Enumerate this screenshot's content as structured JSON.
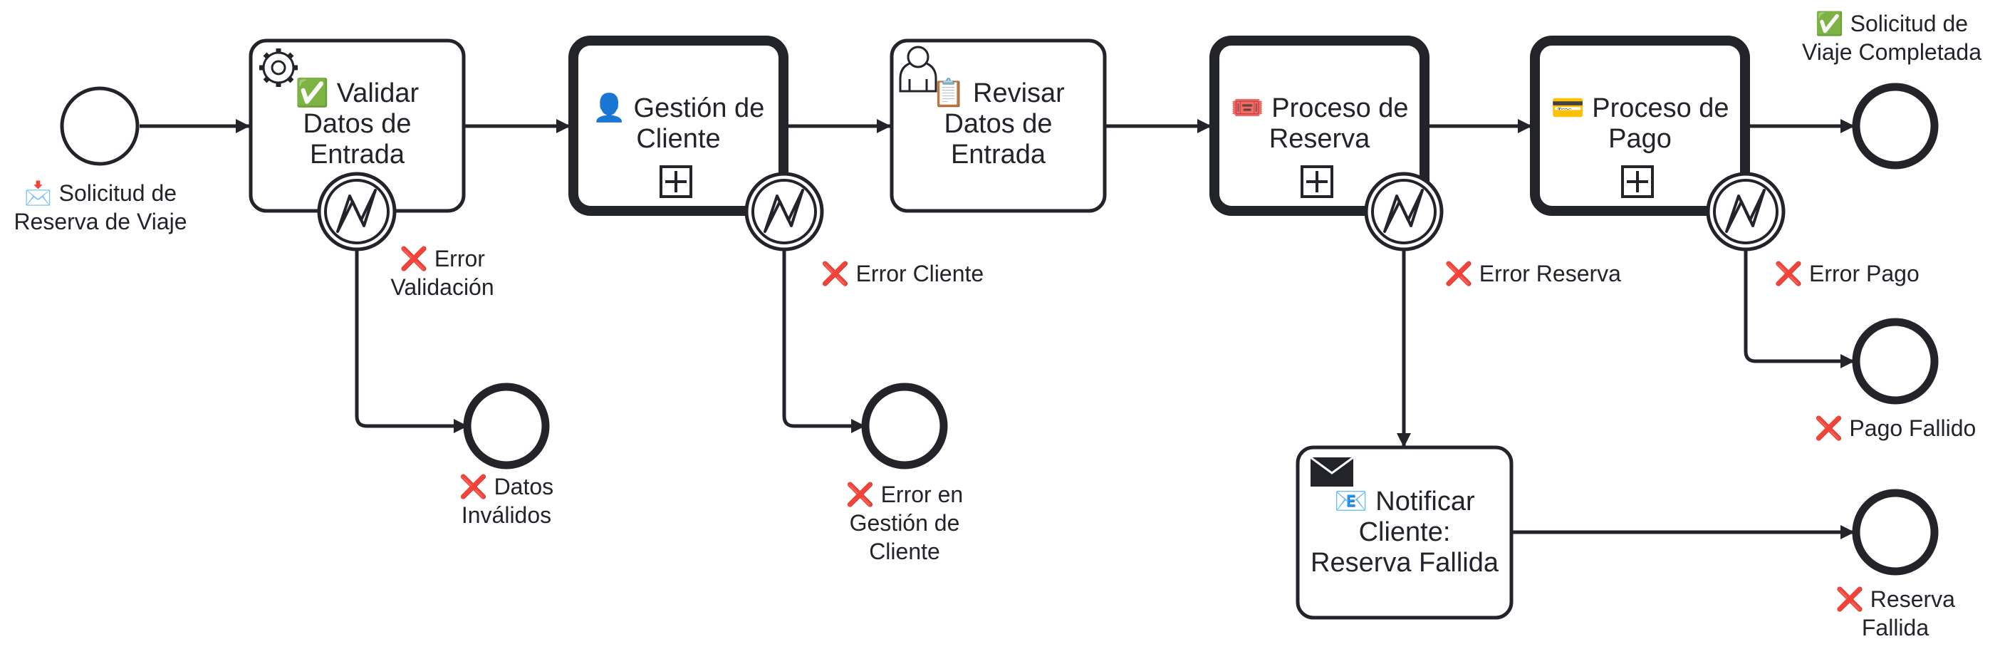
{
  "diagram": {
    "start_event": {
      "label": "📩 Solicitud de\nReserva de Viaje"
    },
    "tasks": {
      "validar": {
        "label": "✅ Validar\nDatos de\nEntrada",
        "icon": "gear-icon"
      },
      "gestion": {
        "label": "👤 Gestión de\nCliente",
        "icon": "plus-marker-icon"
      },
      "revisar": {
        "label": "📋 Revisar\nDatos de\nEntrada",
        "icon": "user-icon"
      },
      "reserva": {
        "label": "🎟️ Proceso de\nReserva",
        "icon": "plus-marker-icon"
      },
      "pago": {
        "label": "💳 Proceso de\nPago",
        "icon": "plus-marker-icon"
      },
      "notificar": {
        "label": "📧 Notificar\nCliente:\nReserva Fallida",
        "icon": "envelope-icon"
      }
    },
    "boundary_events": {
      "validacion": {
        "label": "❌ Error\nValidación"
      },
      "cliente": {
        "label": "❌ Error Cliente"
      },
      "reserva": {
        "label": "❌ Error Reserva"
      },
      "pago": {
        "label": "❌ Error Pago"
      }
    },
    "end_events": {
      "completada": {
        "label": "✅ Solicitud de\nViaje Completada"
      },
      "datos_invalidos": {
        "label": "❌ Datos\nInválidos"
      },
      "error_gestion": {
        "label": "❌ Error en\nGestión de\nCliente"
      },
      "pago_fallido": {
        "label": "❌ Pago Fallido"
      },
      "reserva_fallida": {
        "label": "❌ Reserva\nFallida"
      }
    }
  }
}
